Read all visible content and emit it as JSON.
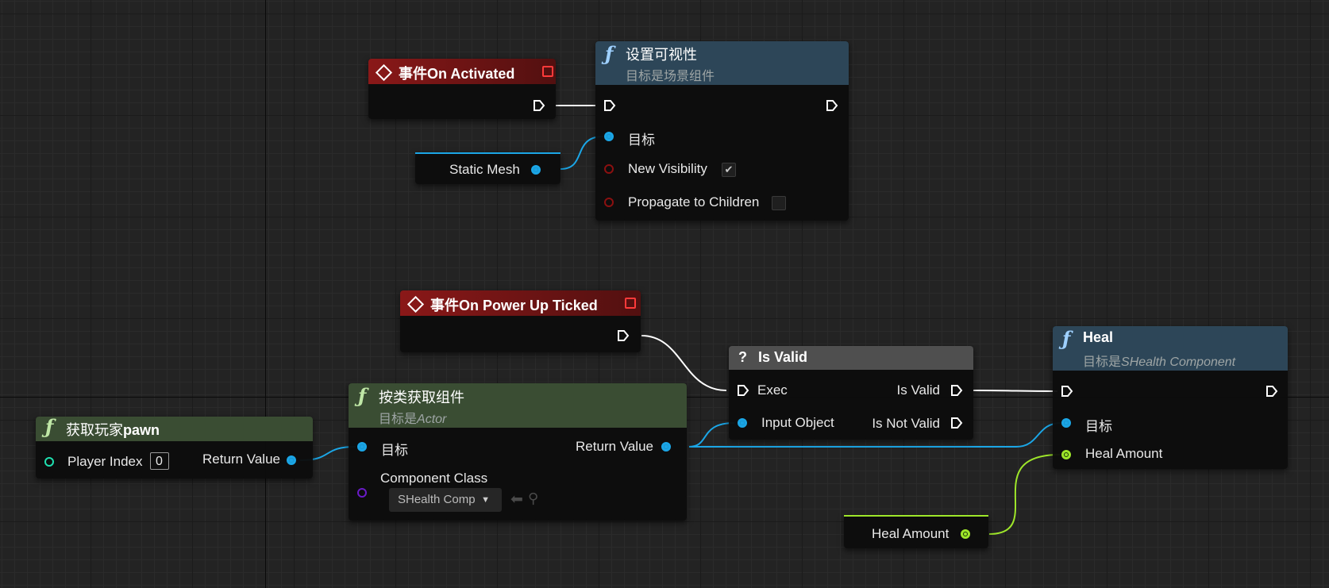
{
  "nodes": {
    "on_activated": {
      "title_prefix": "事件",
      "title": "On Activated"
    },
    "set_visibility": {
      "icon": "f",
      "title": "设置可视性",
      "subtitle": "目标是场景组件",
      "pins": {
        "target": "目标",
        "new_visibility": "New Visibility",
        "new_visibility_checked": "✔",
        "propagate": "Propagate to Children"
      }
    },
    "static_mesh": {
      "label": "Static Mesh"
    },
    "on_power_up_ticked": {
      "title_prefix": "事件",
      "title": "On Power Up Ticked"
    },
    "is_valid": {
      "icon": "?",
      "title": "Is Valid",
      "pins": {
        "exec": "Exec",
        "input_object": "Input Object",
        "is_valid": "Is Valid",
        "is_not_valid": "Is Not Valid"
      }
    },
    "heal": {
      "icon": "f",
      "title": "Heal",
      "subtitle_prefix": "目标是",
      "subtitle_italic": "SHealth Component",
      "pins": {
        "target": "目标",
        "heal_amount": "Heal Amount"
      }
    },
    "get_component": {
      "icon": "f",
      "title": "按类获取组件",
      "subtitle_prefix": "目标是",
      "subtitle_italic": "Actor",
      "pins": {
        "target": "目标",
        "return_value": "Return Value",
        "component_class": "Component Class"
      },
      "class_value": "SHealth Comp"
    },
    "get_player_pawn": {
      "icon": "f",
      "title_prefix": "获取玩家",
      "title_bold": "pawn",
      "pins": {
        "player_index": "Player Index",
        "player_index_value": "0",
        "return_value": "Return Value"
      }
    },
    "heal_amount_var": {
      "label": "Heal Amount"
    }
  },
  "colors": {
    "event_header": "#7a1616",
    "function_header": "#2d4658",
    "pure_header": "#3a4d33",
    "macro_header": "#4a4a4a",
    "object_pin": "#1ba6e6",
    "float_pin": "#9ee62a",
    "bool_pin": "#8b1010",
    "int_pin": "#1fe0b0",
    "class_pin": "#6a1bc8",
    "exec_wire": "#ffffff"
  }
}
